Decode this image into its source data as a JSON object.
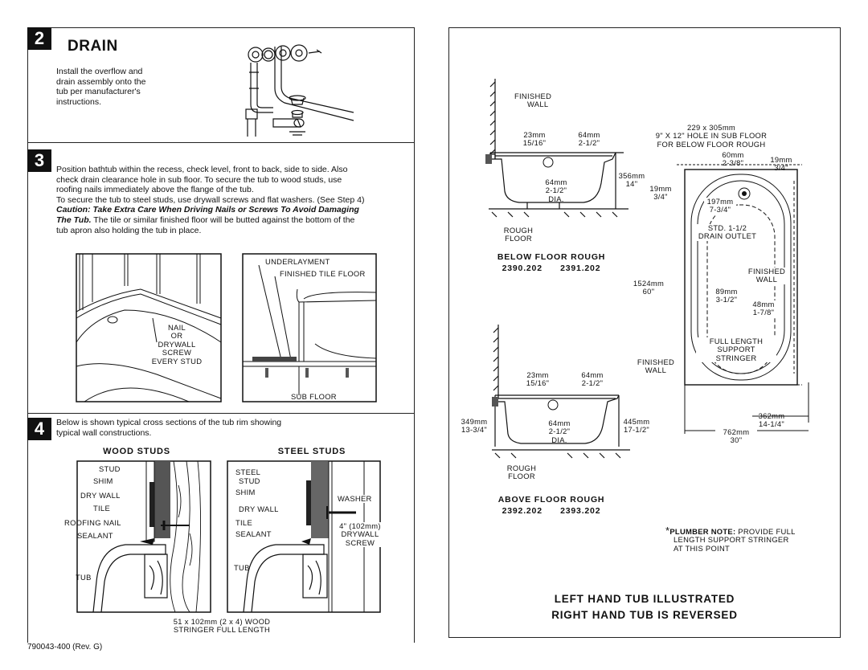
{
  "step2": {
    "number": "2",
    "title": "DRAIN",
    "text_lines": [
      "Install the overflow and",
      "drain assembly onto the",
      "tub per manufacturer's",
      "instructions."
    ]
  },
  "step3": {
    "number": "3",
    "lines": [
      "Position bathtub within the recess, check level, front to back, side to side. Also",
      "check drain clearance hole in sub floor. To secure the tub to wood studs, use",
      "roofing nails immediately above the flange of the tub.",
      "To secure the tub to steel studs, use drywall screws and flat washers. (See Step 4)"
    ],
    "caution_line1": "Caution: Take Extra Care When Driving Nails or Screws To Avoid Damaging",
    "caution_bold_tail": "The Tub.",
    "caution_rest": " The tile or similar finished floor will be butted against the bottom of the",
    "last_line": "tub apron also holding the tub in place.",
    "fig_left_label": [
      "NAIL",
      "OR",
      "DRYWALL",
      "SCREW",
      "EVERY STUD"
    ],
    "underlayment": "UNDERLAYMENT",
    "finished_tile_floor": "FINISHED TILE FLOOR",
    "sub_floor": "SUB FLOOR"
  },
  "step4": {
    "number": "4",
    "text_lines": [
      "Below is shown typical cross sections of the tub rim showing",
      "typical wall constructions."
    ],
    "wood_title": "WOOD STUDS",
    "steel_title": "STEEL STUDS",
    "wood_labels": {
      "stud": "STUD",
      "shim": "SHIM",
      "dry_wall": "DRY WALL",
      "tile": "TILE",
      "roofing_nail": "ROOFING NAIL",
      "sealant": "SEALANT",
      "tub": "TUB"
    },
    "steel_labels": {
      "steel": "STEEL",
      "stud": "STUD",
      "shim": "SHIM",
      "dry_wall": "DRY WALL",
      "tile": "TILE",
      "sealant": "SEALANT",
      "tub": "TUB",
      "washer": "WASHER",
      "drywall_screw": [
        "4\" (102mm)",
        "DRYWALL",
        "SCREW"
      ]
    },
    "stringer": [
      "51 x 102mm (2 x 4) WOOD",
      "STRINGER FULL LENGTH"
    ]
  },
  "doc_number": "790043-400 (Rev. G)",
  "right": {
    "finished_wall_top": [
      "FINISHED",
      "WALL"
    ],
    "dim_23": [
      "23mm",
      "15/16\""
    ],
    "dim_64": [
      "64mm",
      "2-1/2\""
    ],
    "dim_356": [
      "356mm",
      "14\""
    ],
    "dim_64dia_top": [
      "64mm",
      "2-1/2\"",
      "DIA."
    ],
    "rough_floor_top": [
      "ROUGH",
      "FLOOR"
    ],
    "below_title": "BELOW FLOOR ROUGH",
    "below_models": "2390.202      2391.202",
    "hole": [
      "229 x 305mm",
      "9\" X 12\" HOLE IN SUB FLOOR",
      "FOR BELOW FLOOR ROUGH"
    ],
    "dim_60": [
      "60mm",
      "2-3/8\""
    ],
    "dim_19_right": [
      "19mm",
      "3/4\""
    ],
    "dim_19_left": [
      "19mm",
      "3/4\""
    ],
    "dim_197": [
      "197mm",
      "7-3/4\""
    ],
    "drain_outlet": [
      "STD. 1-1/2",
      "DRAIN OUTLET"
    ],
    "finished_wall_plan": [
      "FINISHED",
      "WALL"
    ],
    "dim_1524": [
      "1524mm",
      "60\""
    ],
    "dim_89": [
      "89mm",
      "3-1/2\""
    ],
    "dim_48": [
      "48mm",
      "1-7/8\""
    ],
    "support_stringer": [
      "FULL LENGTH",
      "SUPPORT STRINGER"
    ],
    "finished_wall_mid": [
      "FINISHED",
      "WALL"
    ],
    "dim_23b": [
      "23mm",
      "15/16\""
    ],
    "dim_64b": [
      "64mm",
      "2-1/2\""
    ],
    "dim_349": [
      "349mm",
      "13-3/4\""
    ],
    "dim_445": [
      "445mm",
      "17-1/2\""
    ],
    "dim_64dia_bot": [
      "64mm",
      "2-1/2\"",
      "DIA."
    ],
    "rough_floor_bot": [
      "ROUGH",
      "FLOOR"
    ],
    "dim_362": [
      "362mm",
      "14-1/4\""
    ],
    "dim_762": [
      "762mm",
      "30\""
    ],
    "above_title": "ABOVE FLOOR ROUGH",
    "above_models": "2392.202      2393.202",
    "note_star": "*",
    "note_bold": "PLUMBER NOTE:",
    "note_rest": " PROVIDE FULL",
    "note_lines": [
      "LENGTH SUPPORT STRINGER",
      "AT THIS POINT"
    ],
    "footer1": "LEFT HAND TUB ILLUSTRATED",
    "footer2": "RIGHT HAND TUB IS REVERSED"
  }
}
